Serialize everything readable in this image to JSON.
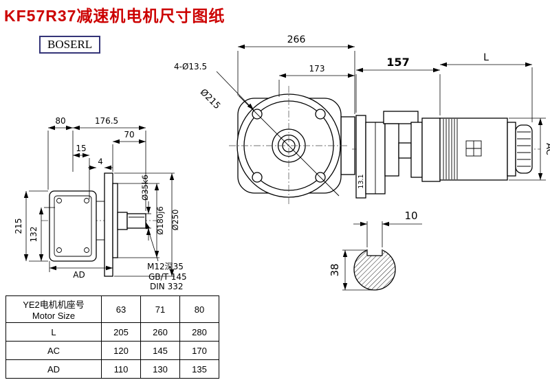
{
  "page": {
    "title": "KF57R37减速机电机尺寸图纸",
    "logo": "BOSERL",
    "colors": {
      "title": "#cc0000",
      "logo_border": "#333377",
      "line": "#000000"
    }
  },
  "front": {
    "dim_width": "266",
    "dim_bolt_holes": "4-Ø13.5",
    "dim_inner": "173",
    "dim_bolt_circle": "Ø215"
  },
  "motor": {
    "dim_157": "157",
    "dim_length": "L",
    "dim_height": "AC",
    "dim_13_1": "13.1"
  },
  "side": {
    "dim_80": "80",
    "dim_176_5": "176.5",
    "dim_70": "70",
    "dim_15": "15",
    "dim_4": "4",
    "dim_215": "215",
    "dim_132": "132",
    "dim_ad": "AD",
    "dim_shaft": "Ø35k6",
    "dim_pilot": "Ø180j6",
    "dim_flange": "Ø250",
    "note_thread": "M12深35",
    "note_std1": "GB/T 145",
    "note_std2": "DIN 332"
  },
  "section": {
    "dim_key_width": "10",
    "dim_depth": "38"
  },
  "table": {
    "col_header": {
      "line1": "YE2电机机座号",
      "line2": "Motor Size"
    },
    "sizes": [
      "63",
      "71",
      "80"
    ],
    "rows": [
      {
        "label": "L",
        "values": [
          "205",
          "260",
          "280"
        ]
      },
      {
        "label": "AC",
        "values": [
          "120",
          "145",
          "170"
        ]
      },
      {
        "label": "AD",
        "values": [
          "110",
          "130",
          "135"
        ]
      }
    ]
  }
}
